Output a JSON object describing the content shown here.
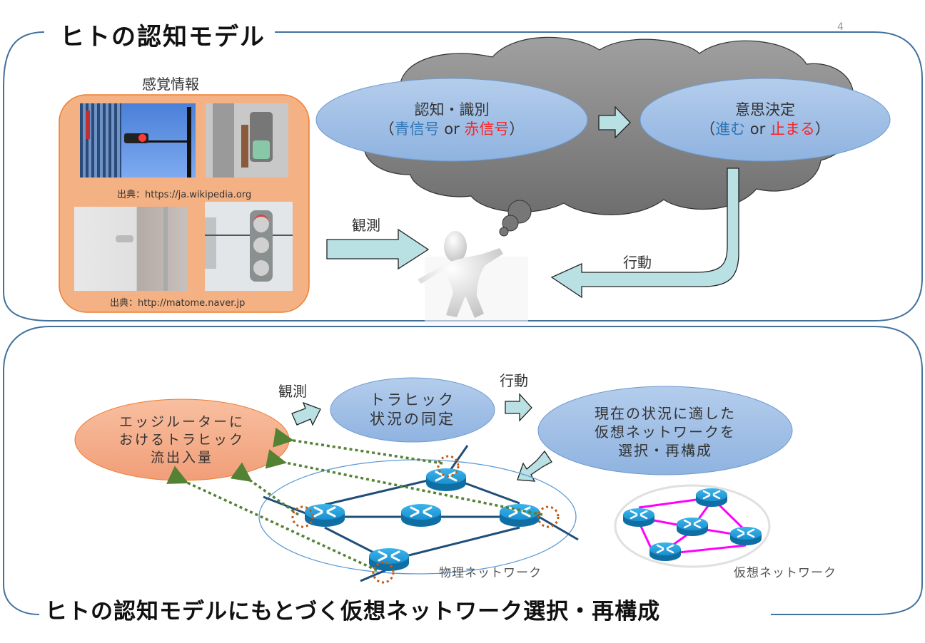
{
  "slide_number": "4",
  "top_panel": {
    "title": "ヒトの認知モデル",
    "sensory_label": "感覚情報",
    "photo_credit_1": "出典：https://ja.wikipedia.org",
    "photo_credit_2": "出典：http://matome.naver.jp",
    "photos": [
      "traffic-light-red-photo",
      "pedestrian-signal-photo",
      "snowy-traffic-light-photo",
      "snow-covered-signal-photo"
    ],
    "observe_label": "観測",
    "action_label": "行動",
    "recognition": {
      "line1": "認知・識別",
      "open": "（",
      "green": "青信号",
      "or": " or ",
      "red": "赤信号",
      "close": "）"
    },
    "decision": {
      "line1": "意思決定",
      "open": "（",
      "go": "進む",
      "or": " or ",
      "stop": "止まる",
      "close": "）"
    },
    "colors": {
      "ellipse_blue": "#9dbde6",
      "cloud_gray": "#8a8a8a",
      "arrow_fill": "#b9e0e3",
      "panel_border": "#41719c",
      "sensory_bg": "#f4b183",
      "text_blue": "#2e75b6",
      "text_red": "#ff2020"
    }
  },
  "bottom_panel": {
    "title": "ヒトの認知モデルにもとづく仮想ネットワーク選択・再構成",
    "observe_label": "観測",
    "action_label": "行動",
    "edge_router_lines": [
      "エッジルーターに",
      "おけるトラヒック",
      "流出入量"
    ],
    "traffic_id_lines": [
      "トラヒック",
      "状況の同定"
    ],
    "reconfig_lines": [
      "現在の状況に適した",
      "仮想ネットワークを",
      "選択・再構成"
    ],
    "physical_network_label": "物理ネットワーク",
    "virtual_network_label": "仮想ネットワーク",
    "colors": {
      "edge_orange": "#f4a582",
      "dotted_green": "#548235",
      "dotted_orange": "#c55a11",
      "physical_link": "#1f4e79",
      "virtual_link": "#ff00ff",
      "router": "#1b9ad6"
    }
  }
}
